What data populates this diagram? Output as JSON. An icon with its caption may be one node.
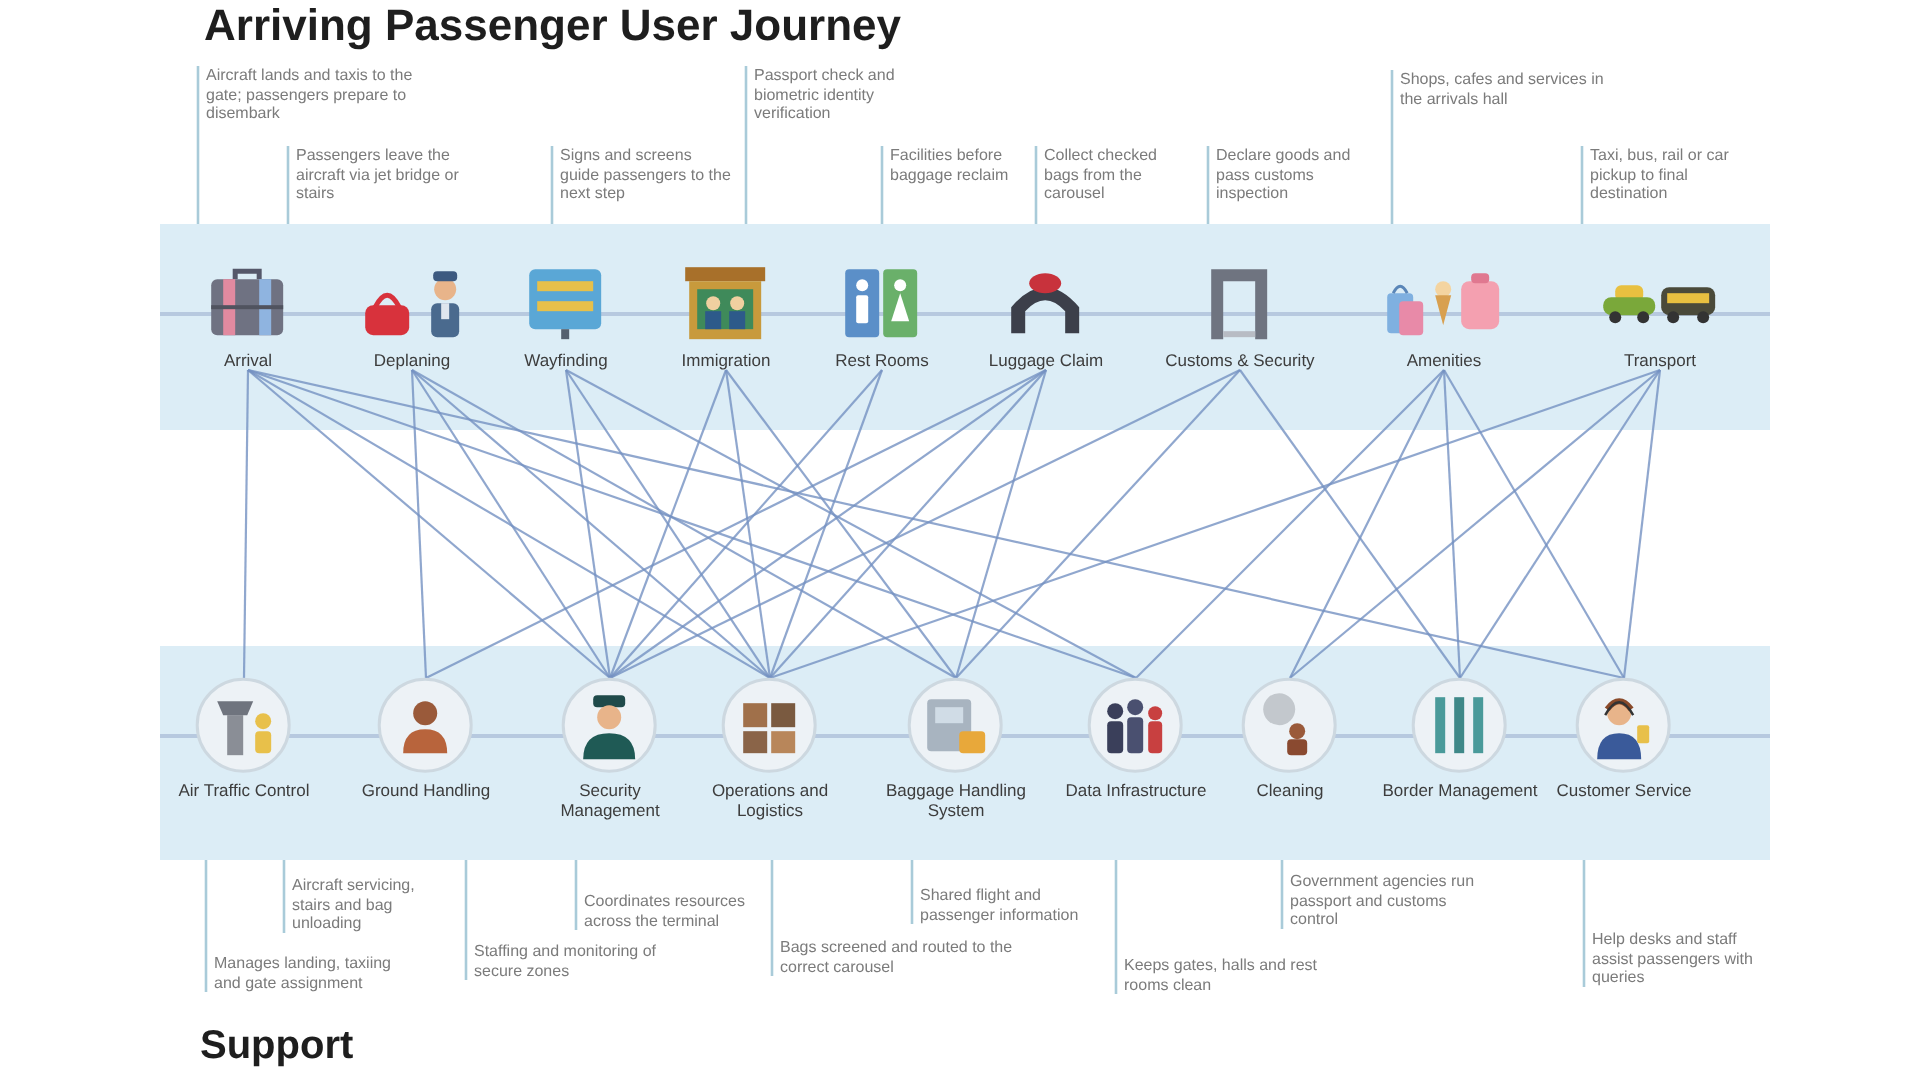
{
  "diagram": {
    "title": "Arriving Passenger User Journey",
    "nodes": [
      {
        "text": [
          "Aircraft lands and taxis to the gate; passengers prepare to disembark"
        ]
      },
      {
        "text": [
          "Passengers leave the aircraft via jet bridge or stairs"
        ]
      },
      {
        "text": [
          "Signs and screens guide passengers to the next step"
        ]
      },
      {
        "text": [
          "Passport check and biometric identity verification"
        ]
      },
      {
        "text": [
          "Facilities before baggage reclaim"
        ]
      },
      {
        "text": [
          "Collect checked bags from the carousel"
        ]
      },
      {
        "text": [
          "Declare goods and pass customs inspection"
        ]
      },
      {
        "text": [
          "Shops, cafes and services in the arrivals hall"
        ]
      },
      {
        "text": [
          "Taxi, bus, rail or car pickup to final destination"
        ]
      },
      {
        "text": [],
        "shape": "box"
      },
      {
        "text": [
          "Arrival"
        ],
        "in": 9
      },
      {
        "text": [
          "Deplaning"
        ],
        "in": 9
      },
      {
        "text": [
          "Wayfinding"
        ],
        "in": 9
      },
      {
        "text": [
          "Immigration"
        ],
        "in": 9
      },
      {
        "text": [
          "Rest Rooms"
        ],
        "in": 9
      },
      {
        "text": [
          "Luggage Claim"
        ],
        "in": 9
      },
      {
        "text": [
          "Customs & Security"
        ],
        "in": 9
      },
      {
        "text": [
          "Amenities"
        ],
        "in": 9
      },
      {
        "text": [
          "Transport"
        ],
        "in": 9
      },
      {
        "text": [],
        "shape": "box"
      },
      {
        "text": [
          "Air Traffic Control"
        ],
        "in": 19
      },
      {
        "text": [
          "Ground Handling"
        ],
        "in": 19
      },
      {
        "text": [
          "Security Management"
        ],
        "in": 19
      },
      {
        "text": [
          "Operations and Logistics"
        ],
        "in": 19
      },
      {
        "text": [
          "Baggage Handling System"
        ],
        "in": 19
      },
      {
        "text": [
          "Data Infrastructure"
        ],
        "in": 19
      },
      {
        "text": [
          "Cleaning"
        ],
        "in": 19
      },
      {
        "text": [
          "Border Management"
        ],
        "in": 19
      },
      {
        "text": [
          "Customer Service"
        ],
        "in": 19
      },
      {
        "text": [
          "Manages landing, taxiing and gate assignment"
        ]
      },
      {
        "text": [
          "Aircraft servicing, stairs and bag unloading"
        ]
      },
      {
        "text": [
          "Staffing and monitoring of secure zones"
        ]
      },
      {
        "text": [
          "Coordinates resources across the terminal"
        ]
      },
      {
        "text": [
          "Bags screened and routed to the correct carousel"
        ]
      },
      {
        "text": [
          "Shared flight and passenger information"
        ]
      },
      {
        "text": [
          "Keeps gates, halls and rest rooms clean"
        ]
      },
      {
        "text": [
          "Government agencies run passport and customs control"
        ]
      },
      {
        "text": [
          "Help desks and staff assist passengers with queries"
        ]
      }
    ],
    "edges": [
      {
        "from": 0,
        "to": 9,
        "arrow": "none",
        "color": "#a9cbd9"
      },
      {
        "from": 1,
        "to": 9,
        "arrow": "none",
        "color": "#a9cbd9"
      },
      {
        "from": 2,
        "to": 9,
        "arrow": "none",
        "color": "#a9cbd9"
      },
      {
        "from": 3,
        "to": 9,
        "arrow": "none",
        "color": "#a9cbd9"
      },
      {
        "from": 4,
        "to": 9,
        "arrow": "none",
        "color": "#a9cbd9"
      },
      {
        "from": 5,
        "to": 9,
        "arrow": "none",
        "color": "#a9cbd9"
      },
      {
        "from": 6,
        "to": 9,
        "arrow": "none",
        "color": "#a9cbd9"
      },
      {
        "from": 7,
        "to": 9,
        "arrow": "none",
        "color": "#a9cbd9"
      },
      {
        "from": 8,
        "to": 9,
        "arrow": "none",
        "color": "#a9cbd9"
      },
      {
        "from": 10,
        "to": 20,
        "arrow": "none"
      },
      {
        "from": 10,
        "to": 22,
        "arrow": "none"
      },
      {
        "from": 10,
        "to": 23,
        "arrow": "none"
      },
      {
        "from": 10,
        "to": 25,
        "arrow": "none"
      },
      {
        "from": 10,
        "to": 28,
        "arrow": "none"
      },
      {
        "from": 11,
        "to": 21,
        "arrow": "none"
      },
      {
        "from": 11,
        "to": 22,
        "arrow": "none"
      },
      {
        "from": 11,
        "to": 23,
        "arrow": "none"
      },
      {
        "from": 11,
        "to": 24,
        "arrow": "none"
      },
      {
        "from": 12,
        "to": 22,
        "arrow": "none"
      },
      {
        "from": 12,
        "to": 23,
        "arrow": "none"
      },
      {
        "from": 12,
        "to": 25,
        "arrow": "none"
      },
      {
        "from": 13,
        "to": 22,
        "arrow": "none"
      },
      {
        "from": 13,
        "to": 23,
        "arrow": "none"
      },
      {
        "from": 13,
        "to": 24,
        "arrow": "none"
      },
      {
        "from": 14,
        "to": 22,
        "arrow": "none"
      },
      {
        "from": 14,
        "to": 23,
        "arrow": "none"
      },
      {
        "from": 15,
        "to": 21,
        "arrow": "none"
      },
      {
        "from": 15,
        "to": 22,
        "arrow": "none"
      },
      {
        "from": 15,
        "to": 23,
        "arrow": "none"
      },
      {
        "from": 15,
        "to": 24,
        "arrow": "none"
      },
      {
        "from": 16,
        "to": 22,
        "arrow": "none"
      },
      {
        "from": 16,
        "to": 24,
        "arrow": "none"
      },
      {
        "from": 16,
        "to": 27,
        "arrow": "none"
      },
      {
        "from": 17,
        "to": 25,
        "arrow": "none"
      },
      {
        "from": 17,
        "to": 26,
        "arrow": "none"
      },
      {
        "from": 17,
        "to": 27,
        "arrow": "none"
      },
      {
        "from": 17,
        "to": 28,
        "arrow": "none"
      },
      {
        "from": 18,
        "to": 23,
        "arrow": "none"
      },
      {
        "from": 18,
        "to": 26,
        "arrow": "none"
      },
      {
        "from": 18,
        "to": 27,
        "arrow": "none"
      },
      {
        "from": 18,
        "to": 28,
        "arrow": "none"
      },
      {
        "from": 29,
        "to": 19,
        "arrow": "none",
        "color": "#a9cbd9"
      },
      {
        "from": 30,
        "to": 19,
        "arrow": "none",
        "color": "#a9cbd9"
      },
      {
        "from": 31,
        "to": 19,
        "arrow": "none",
        "color": "#a9cbd9"
      },
      {
        "from": 32,
        "to": 19,
        "arrow": "none",
        "color": "#a9cbd9"
      },
      {
        "from": 33,
        "to": 19,
        "arrow": "none",
        "color": "#a9cbd9"
      },
      {
        "from": 34,
        "to": 19,
        "arrow": "none",
        "color": "#a9cbd9"
      },
      {
        "from": 35,
        "to": 19,
        "arrow": "none",
        "color": "#a9cbd9"
      },
      {
        "from": 36,
        "to": 19,
        "arrow": "none",
        "color": "#a9cbd9"
      },
      {
        "from": 37,
        "to": 19,
        "arrow": "none",
        "color": "#a9cbd9"
      }
    ],
    "labels": [
      "Support"
    ]
  }
}
